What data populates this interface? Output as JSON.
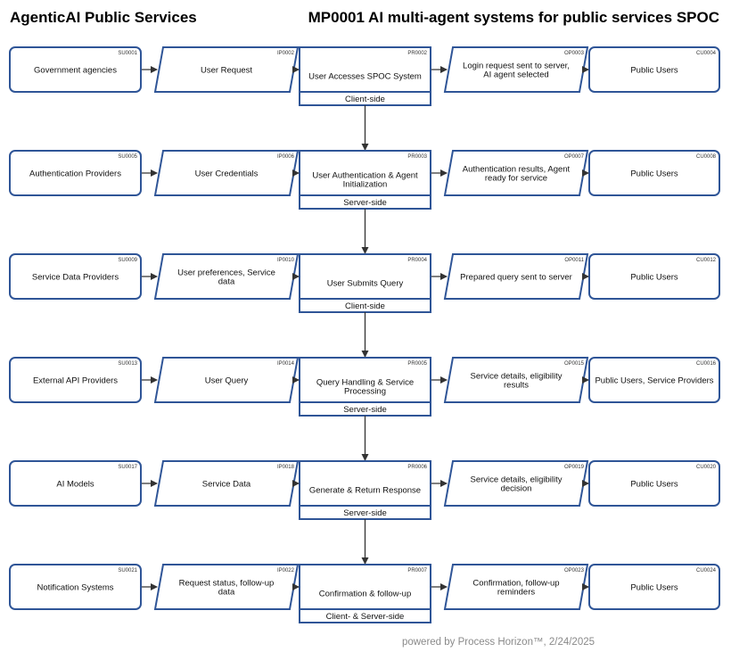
{
  "header": {
    "left_title": "AgenticAI Public Services",
    "right_title": "MP0001 AI multi-agent systems for public services SPOC"
  },
  "footer": {
    "text": "powered by Process Horizon™, 2/24/2025"
  },
  "colors": {
    "stroke": "#2f5597",
    "arrow": "#333333",
    "text": "#111111",
    "footer": "#8a8a8a"
  },
  "rows": [
    {
      "supplier": {
        "code": "SU0001",
        "label": [
          "Government agencies"
        ]
      },
      "input": {
        "code": "IP0002",
        "label": [
          "User Request"
        ]
      },
      "process": {
        "code": "PR0002",
        "label": [
          "User Accesses SPOC System"
        ],
        "side": "Client-side"
      },
      "output": {
        "code": "OP0003",
        "label": [
          "Login request sent to server,",
          "AI agent selected"
        ]
      },
      "customer": {
        "code": "CU0004",
        "label": [
          "Public Users"
        ]
      }
    },
    {
      "supplier": {
        "code": "SU0005",
        "label": [
          "Authentication Providers"
        ]
      },
      "input": {
        "code": "IP0006",
        "label": [
          "User Credentials"
        ]
      },
      "process": {
        "code": "PR0003",
        "label": [
          "User Authentication & Agent",
          "Initialization"
        ],
        "side": "Server-side"
      },
      "output": {
        "code": "OP0007",
        "label": [
          "Authentication results, Agent",
          "ready for service"
        ]
      },
      "customer": {
        "code": "CU0008",
        "label": [
          "Public Users"
        ]
      }
    },
    {
      "supplier": {
        "code": "SU0009",
        "label": [
          "Service Data Providers"
        ]
      },
      "input": {
        "code": "IP0010",
        "label": [
          "User preferences, Service",
          "data"
        ]
      },
      "process": {
        "code": "PR0004",
        "label": [
          "User Submits Query"
        ],
        "side": "Client-side"
      },
      "output": {
        "code": "OP0011",
        "label": [
          "Prepared query sent to server"
        ]
      },
      "customer": {
        "code": "CU0012",
        "label": [
          "Public Users"
        ]
      }
    },
    {
      "supplier": {
        "code": "SU0013",
        "label": [
          "External API Providers"
        ]
      },
      "input": {
        "code": "IP0014",
        "label": [
          "User Query"
        ]
      },
      "process": {
        "code": "PR0005",
        "label": [
          "Query Handling & Service",
          "Processing"
        ],
        "side": "Server-side"
      },
      "output": {
        "code": "OP0015",
        "label": [
          "Service details, eligibility",
          "results"
        ]
      },
      "customer": {
        "code": "CU0016",
        "label": [
          "Public Users, Service Providers"
        ]
      }
    },
    {
      "supplier": {
        "code": "SU0017",
        "label": [
          "AI Models"
        ]
      },
      "input": {
        "code": "IP0018",
        "label": [
          "Service Data"
        ]
      },
      "process": {
        "code": "PR0006",
        "label": [
          "Generate & Return Response"
        ],
        "side": "Server-side"
      },
      "output": {
        "code": "OP0019",
        "label": [
          "Service details, eligibility",
          "decision"
        ]
      },
      "customer": {
        "code": "CU0020",
        "label": [
          "Public Users"
        ]
      }
    },
    {
      "supplier": {
        "code": "SU0021",
        "label": [
          "Notification Systems"
        ]
      },
      "input": {
        "code": "IP0022",
        "label": [
          "Request status, follow-up",
          "data"
        ]
      },
      "process": {
        "code": "PR0007",
        "label": [
          "Confirmation & follow-up"
        ],
        "side": "Client- & Server-side"
      },
      "output": {
        "code": "OP0023",
        "label": [
          "Confirmation, follow-up",
          "reminders"
        ]
      },
      "customer": {
        "code": "CU0024",
        "label": [
          "Public Users"
        ]
      }
    }
  ]
}
